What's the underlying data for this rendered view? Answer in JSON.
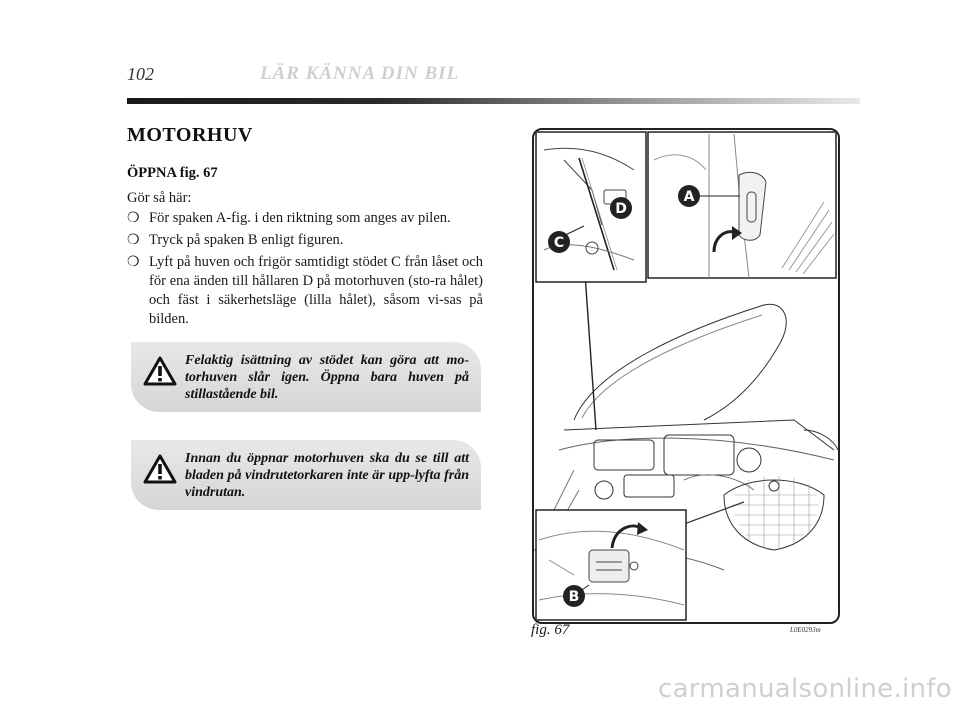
{
  "header": {
    "page_number": "102",
    "running_title": "LÄR KÄNNA DIN BIL"
  },
  "section": {
    "title": "MOTORHUV",
    "subheading": "ÖPPNA fig. 67",
    "intro": "Gör så här:",
    "bullet_glyph": "❍",
    "steps": [
      "För spaken A-fig. i den riktning som anges av pilen.",
      "Tryck på spaken B enligt figuren.",
      "Lyft på huven och frigör samtidigt stödet C från låset och för ena änden till hållaren D på motorhuven (sto-ra hålet) och fäst i säkerhetsläge (lilla hålet), såsom vi-sas på bilden."
    ]
  },
  "warnings": [
    {
      "icon": "warning-triangle-icon",
      "text": "Felaktig isättning av stödet kan göra att mo-torhuven slår igen. Öppna bara huven på stillastående bil."
    },
    {
      "icon": "warning-triangle-icon",
      "text": "Innan du öppnar motorhuven ska du se till att bladen på vindrutetorkaren inte är upp-lyfta från vindrutan."
    }
  ],
  "figure": {
    "callouts": [
      "A",
      "B",
      "C",
      "D"
    ],
    "caption": "fig. 67",
    "code": "L0E0293m"
  },
  "watermark": "carmanualsonline.info"
}
